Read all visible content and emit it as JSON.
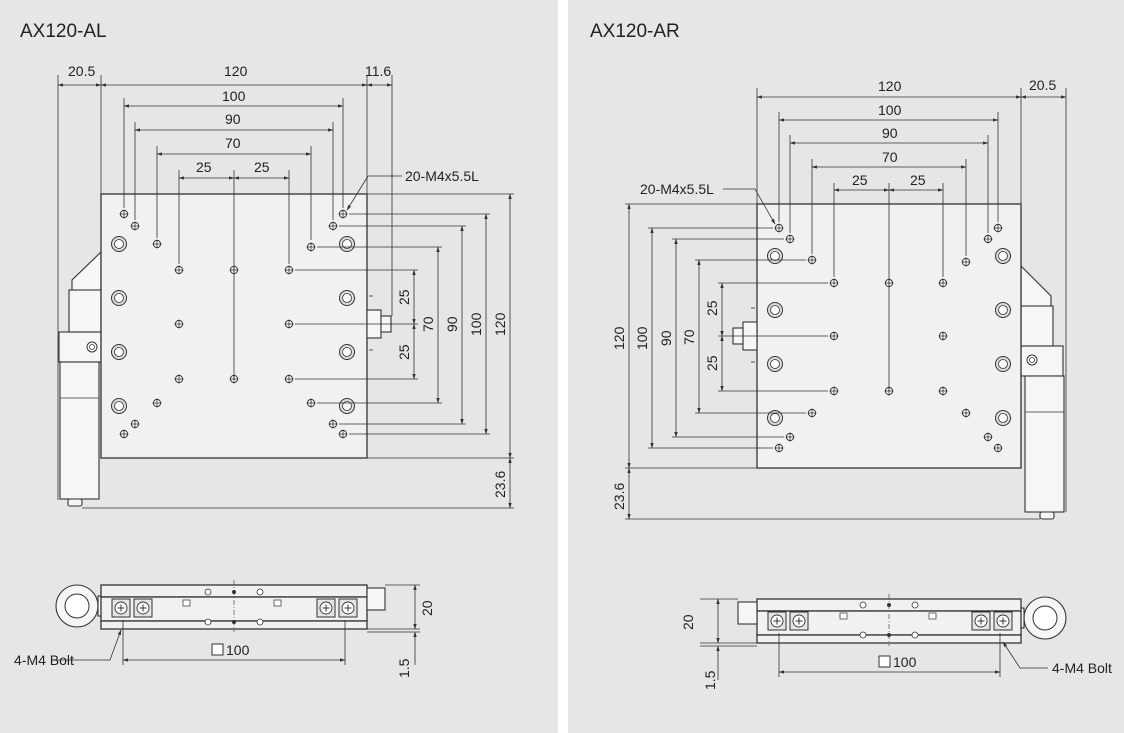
{
  "panels": [
    {
      "title": "AX120-AL",
      "top_dims": [
        "20.5",
        "120",
        "11.6",
        "100",
        "90",
        "70",
        "25",
        "25"
      ],
      "right_dims": [
        "25",
        "70",
        "90",
        "100",
        "120",
        "25",
        "23.6"
      ],
      "hole_note": "20-M4x5.5L",
      "side_dims": [
        "20",
        "1.5"
      ],
      "bolt_note": "4-M4 Bolt",
      "square_dim": "100"
    },
    {
      "title": "AX120-AR",
      "top_dims": [
        "120",
        "20.5",
        "100",
        "90",
        "70",
        "25",
        "25"
      ],
      "left_dims": [
        "25",
        "70",
        "90",
        "100",
        "120",
        "25",
        "23.6"
      ],
      "hole_note": "20-M4x5.5L",
      "side_dims": [
        "20",
        "1.5"
      ],
      "bolt_note": "4-M4 Bolt",
      "square_dim": "100"
    }
  ]
}
